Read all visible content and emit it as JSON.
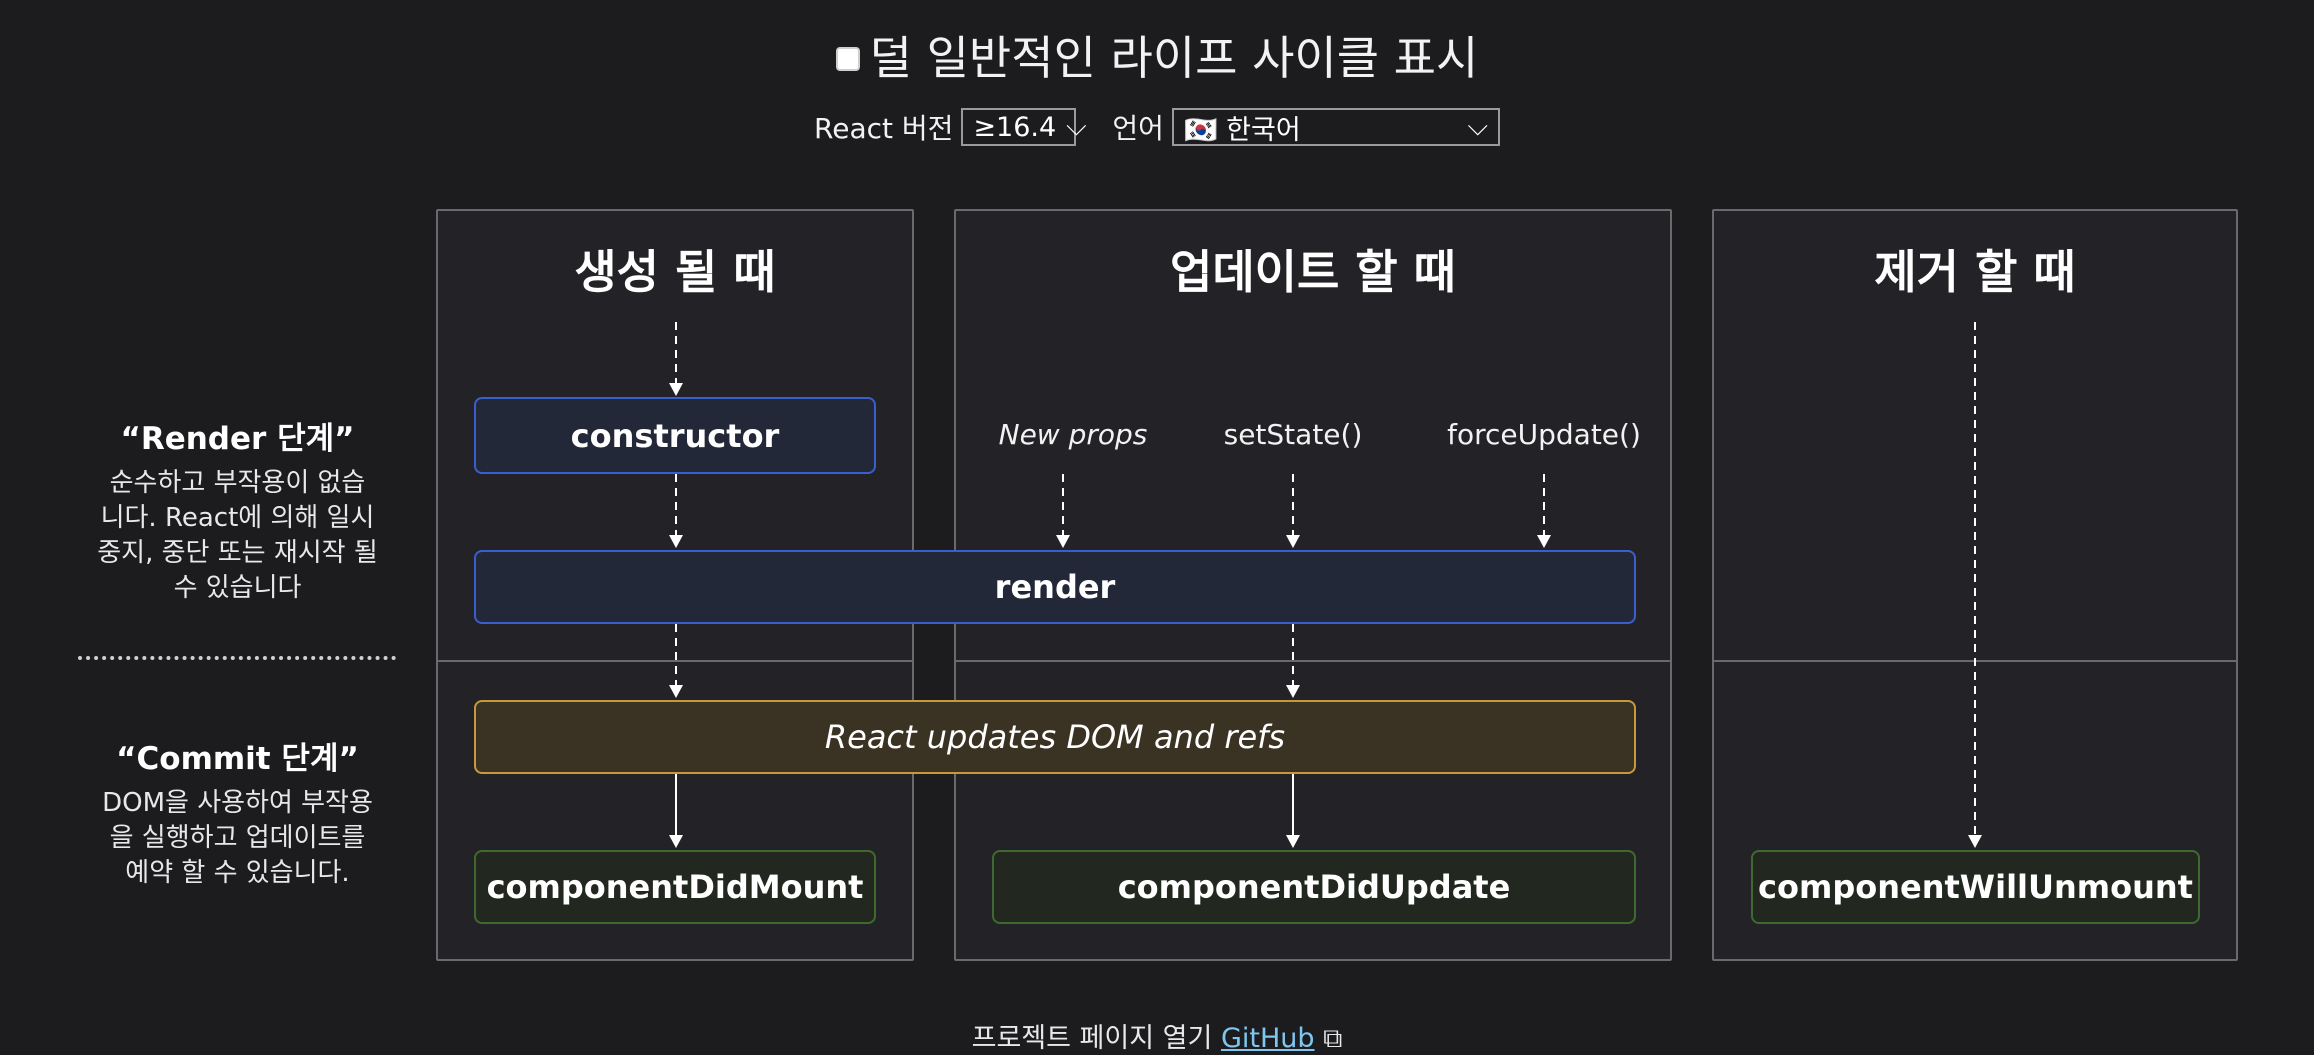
{
  "top": {
    "checkbox_label": "덜 일반적인 라이프 사이클 표시",
    "version_label": "React 버전",
    "version_value": "≥16.4",
    "language_label": "언어",
    "language_value": "🇰🇷 한국어",
    "chevron_glyph": "⌵"
  },
  "columns": {
    "mount": "생성 될 때",
    "update": "업데이트 할 때",
    "unmount": "제거 할 때"
  },
  "triggers": {
    "new_props": "New props",
    "set_state": "setState()",
    "force_update": "forceUpdate()"
  },
  "methods": {
    "constructor": "constructor",
    "render": "render",
    "commit": "React updates DOM and refs",
    "did_mount": "componentDidMount",
    "did_update": "componentDidUpdate",
    "will_unmount": "componentWillUnmount"
  },
  "phases": {
    "render_title": "“Render 단계”",
    "render_desc_lines": [
      "순수하고 부작용이 없습",
      "니다. React에 의해 일시",
      "중지, 중단 또는 재시작 될",
      "수 있습니다"
    ],
    "commit_title": "“Commit 단계”",
    "commit_desc_lines": [
      "DOM을 사용하여 부작용",
      "을 실행하고 업데이트를",
      "예약 할 수 있습니다."
    ]
  },
  "footer": {
    "text": "프로젝트 페이지 열기",
    "link": "GitHub",
    "ext_glyph": "⧉"
  }
}
